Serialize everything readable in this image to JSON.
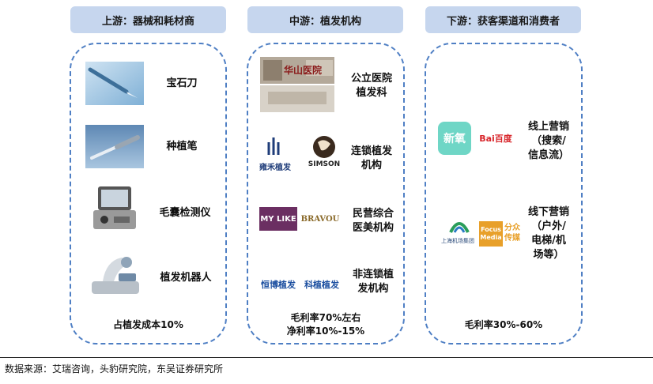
{
  "columns": [
    {
      "header": "上游：器械和耗材商",
      "items": [
        {
          "label": "宝石刀",
          "icon": "sapphire-blade-image"
        },
        {
          "label": "种植笔",
          "icon": "implant-pen-image"
        },
        {
          "label": "毛囊检测仪",
          "icon": "follicle-detector-image"
        },
        {
          "label": "植发机器人",
          "icon": "hair-robot-image"
        }
      ],
      "footer": "占植发成本10%"
    },
    {
      "header": "中游：植发机构",
      "items": [
        {
          "label": "公立医院植发科",
          "icon": "public-hospital-image",
          "logo_text": "华山医院"
        },
        {
          "label": "连锁植发机构",
          "icon": "chain-clinic-logos",
          "logo_text_1": "雍禾植发",
          "logo_text_2": "SIMSON"
        },
        {
          "label": "民营综合医美机构",
          "icon": "private-clinic-logos",
          "logo_text_1": "MY LIKE",
          "logo_text_2": "BRAVOU"
        },
        {
          "label": "非连锁植发机构",
          "icon": "non-chain-logos",
          "logo_text_1": "恒博植发",
          "logo_text_2": "科植植发"
        }
      ],
      "footer_line1": "毛利率70%左右",
      "footer_line2": "净利率10%-15%"
    },
    {
      "header": "下游：获客渠道和消费者",
      "items": [
        {
          "label_line1": "线上营销",
          "label_line2": "（搜索/",
          "label_line3": "信息流）",
          "icon": "online-marketing-logos",
          "logo_text_1": "新氧",
          "logo_text_2": "Bai百度"
        },
        {
          "label_line1": "线下营销",
          "label_line2": "（户外/",
          "label_line3": "电梯/机",
          "label_line4": "场等）",
          "icon": "offline-marketing-logos",
          "logo_text_1": "上海机场集团",
          "logo_text_2": "Focus Media",
          "logo_text_3": "分众传媒"
        }
      ],
      "footer": "毛利率30%-60%"
    }
  ],
  "source": "数据来源：艾瑞咨询，头豹研究院，东吴证券研究所",
  "colors": {
    "header_bg": "#c6d6ee",
    "dash": "#4f7fc4"
  }
}
